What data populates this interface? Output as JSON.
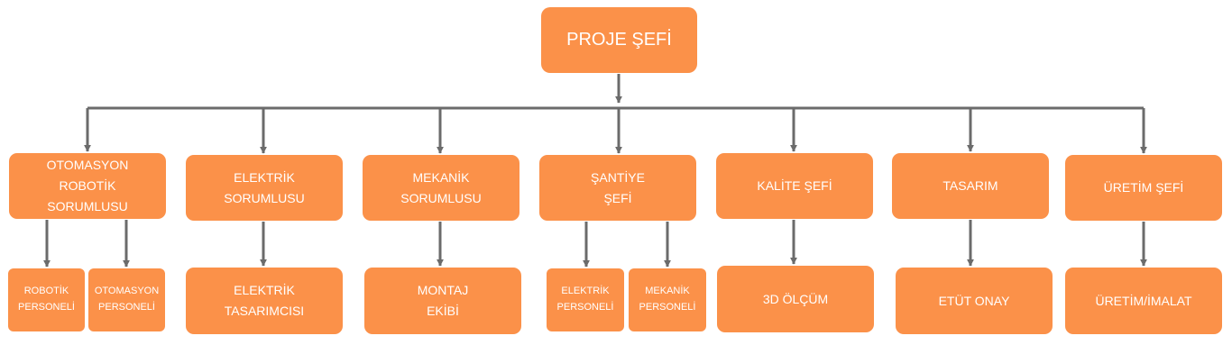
{
  "colors": {
    "box_fill": "#fb9149",
    "box_text": "#ffffff",
    "connector": "#6b6b6b"
  },
  "root": {
    "label": "PROJE ŞEFİ"
  },
  "departments": [
    {
      "label": "OTOMASYON\nROBOTİK\nSORUMLUSU"
    },
    {
      "label": "ELEKTRİK\nSORUMLUSU"
    },
    {
      "label": "MEKANİK\nSORUMLUSU"
    },
    {
      "label": "ŞANTİYE\nŞEFİ"
    },
    {
      "label": "KALİTE ŞEFİ"
    },
    {
      "label": "TASARIM"
    },
    {
      "label": "ÜRETİM ŞEFİ"
    }
  ],
  "sub_units": [
    {
      "label": "ROBOTİK\nPERSONELİ"
    },
    {
      "label": "OTOMASYON\nPERSONELİ"
    },
    {
      "label": "ELEKTRİK\nTASARIMCISI"
    },
    {
      "label": "MONTAJ\nEKİBİ"
    },
    {
      "label": "ELEKTRİK\nPERSONELİ"
    },
    {
      "label": "MEKANİK\nPERSONELİ"
    },
    {
      "label": "3D ÖLÇÜM"
    },
    {
      "label": "ETÜT ONAY"
    },
    {
      "label": "ÜRETİM/İMALAT"
    }
  ]
}
